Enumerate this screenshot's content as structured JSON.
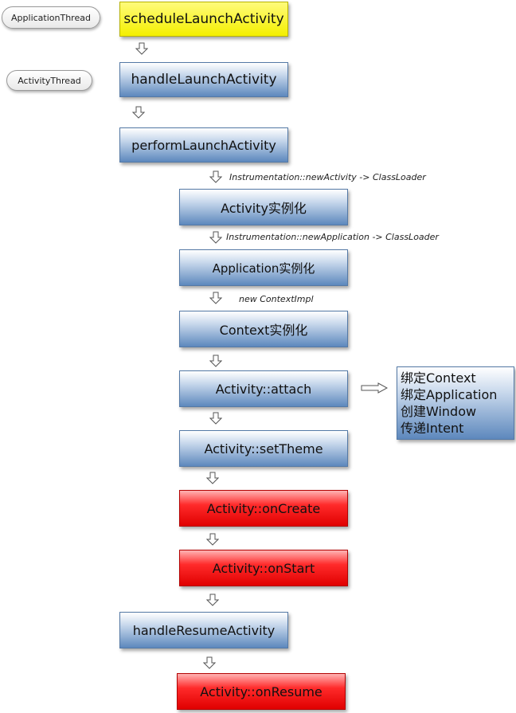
{
  "threads": {
    "application_thread": "ApplicationThread",
    "activity_thread": "ActivityThread"
  },
  "steps": {
    "schedule_launch": "scheduleLaunchActivity",
    "handle_launch": "handleLaunchActivity",
    "perform_launch": "performLaunchActivity",
    "activity_instantiate": "Activity实例化",
    "application_instantiate": "Application实例化",
    "context_instantiate": "Context实例化",
    "activity_attach": "Activity::attach",
    "activity_set_theme": "Activity::setTheme",
    "activity_on_create": "Activity::onCreate",
    "activity_on_start": "Activity::onStart",
    "handle_resume": "handleResumeActivity",
    "activity_on_resume": "Activity::onResume"
  },
  "notes": {
    "new_activity": "Instrumentation::newActivity -> ClassLoader",
    "new_application": "Instrumentation::newApplication -> ClassLoader",
    "new_context": "new ContextImpl"
  },
  "attach_details": [
    "绑定Context",
    "绑定Application",
    "创建Window",
    "传递Intent"
  ],
  "colors": {
    "entry": "#f4ef00",
    "normal": "#5d88bd",
    "lifecycle": "#ff2b2b"
  }
}
